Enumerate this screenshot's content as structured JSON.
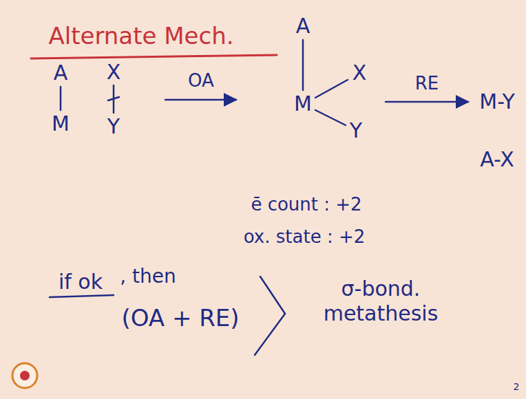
{
  "diagram": {
    "title": "Alternate Mech.",
    "labels": [
      "A",
      "M",
      "X",
      "Y",
      "OA",
      "A",
      "M",
      "X",
      "Y",
      "RE",
      "M-Y",
      "A-X",
      "ē count : +2",
      "ox. state : +2",
      "if ok",
      ", then",
      "(OA + RE)",
      "σ-bond. metathesis",
      "2"
    ]
  }
}
